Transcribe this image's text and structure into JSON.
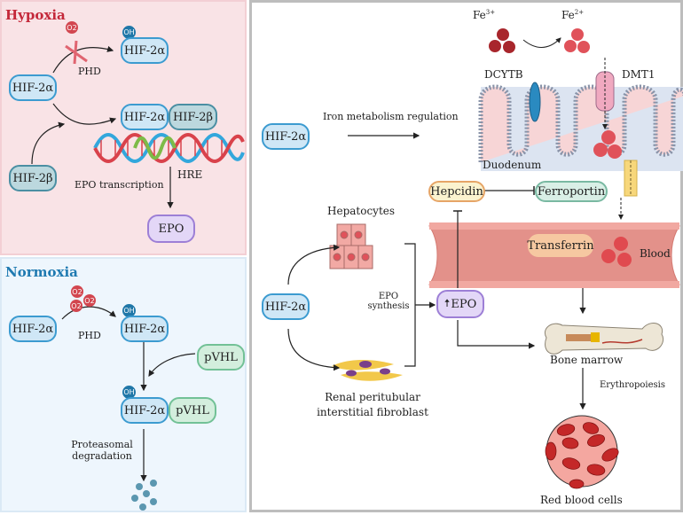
{
  "hypoxia": {
    "title": "Hypoxia",
    "hif2a_left": "HIF-2α",
    "hif2a_oh": "HIF-2α",
    "oh_badge": "OH",
    "o2_badge": "O2",
    "phd": "PHD",
    "hif2a_complex": "HIF-2α",
    "hif2b_complex": "HIF-2β",
    "hif2b_left": "HIF-2β",
    "hre": "HRE",
    "epo_transcription": "EPO transcription",
    "epo": "EPO"
  },
  "normoxia": {
    "title": "Normoxia",
    "hif2a_left": "HIF-2α",
    "o2_badges": [
      "O2",
      "O2",
      "O2"
    ],
    "phd": "PHD",
    "hif2a_oh": "HIF-2α",
    "oh_badge": "OH",
    "pvhl": "pVHL",
    "complex_hif2a": "HIF-2α",
    "complex_pvhl": "pVHL",
    "oh_badge2": "OH",
    "degradation": [
      "Proteasomal",
      "degradation"
    ]
  },
  "right": {
    "hif2a_top": "HIF-2α",
    "iron_label": "Iron metabolism regulation",
    "fe3": "Fe",
    "fe3_sup": "3+",
    "fe2": "Fe",
    "fe2_sup": "2+",
    "dcytb": "DCYTB",
    "dmt1": "DMT1",
    "duodenum": "Duodenum",
    "hepcidin": "Hepcidin",
    "ferroportin": "Ferroportin",
    "transferrin": "Transferrin",
    "blood": "Blood",
    "hepatocytes": "Hepatocytes",
    "hif2a_bottom": "HIF-2α",
    "epo_synthesis": [
      "EPO",
      "synthesis"
    ],
    "epo_up": "EPO",
    "bone_marrow": "Bone marrow",
    "erythropoiesis": "Erythropoiesis",
    "fibroblast": [
      "Renal peritubular",
      "interstitial fibroblast"
    ],
    "rbc": "Red blood cells"
  },
  "colors": {
    "hypoxia_title": "#c4283a",
    "normoxia_title": "#1f7ab1",
    "hif2a_fill": "#cfe7f6",
    "hif2a_border": "#3c9bd0",
    "epo_fill": "#e3d7f7",
    "pvhl_fill": "#d3eedd",
    "iron_red": "#d94a4f",
    "iron_dark": "#a8262c"
  }
}
